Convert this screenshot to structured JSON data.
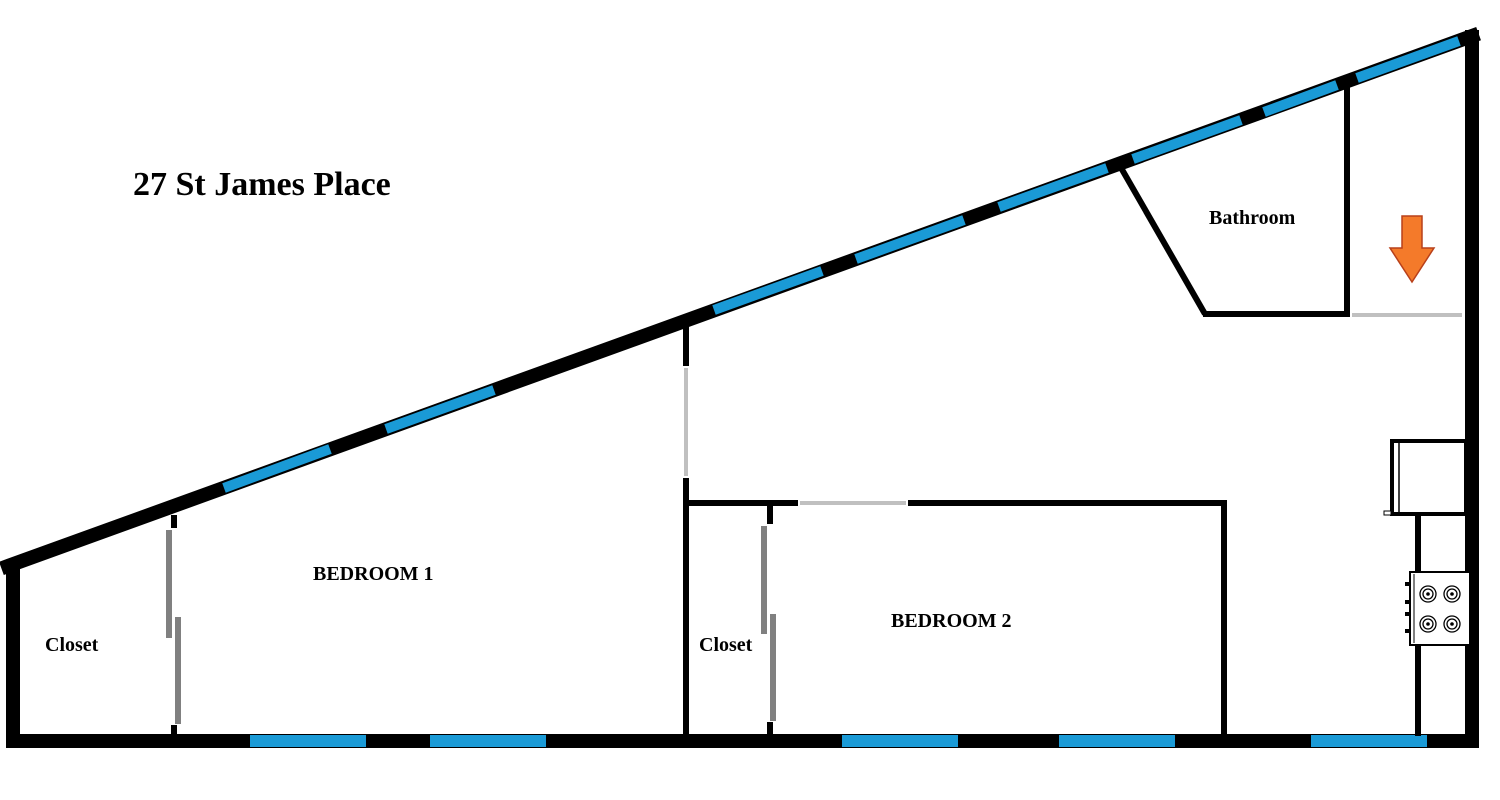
{
  "title": "27 St James Place",
  "rooms": {
    "bedroom1": "BEDROOM 1",
    "bedroom2": "BEDROOM 2",
    "closet1": "Closet",
    "closet2": "Closet",
    "bathroom": "Bathroom"
  },
  "legend_colors": {
    "wall": "#000000",
    "window": "#1a9ad6",
    "door_opening": "#c0c0c0",
    "closet_door": "#808080",
    "entry_arrow": "#f47a2a"
  },
  "icons": {
    "entry_arrow": "down-arrow",
    "stove": "four-burner-stove",
    "fridge": "refrigerator"
  }
}
